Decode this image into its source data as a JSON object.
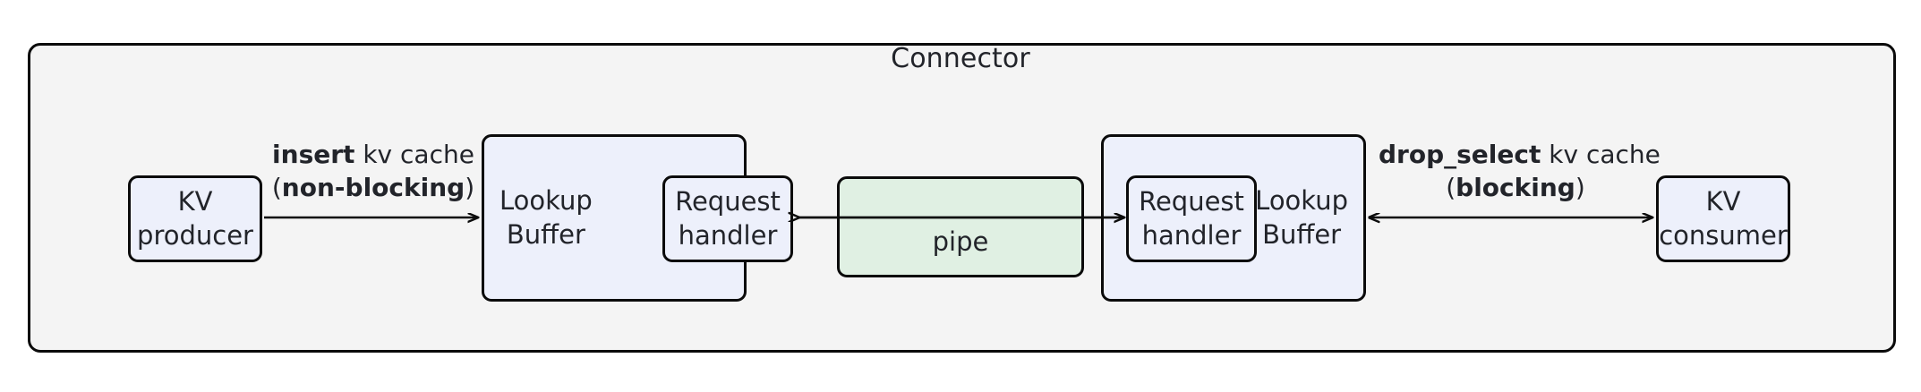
{
  "diagram": {
    "title": "Connector",
    "nodes": {
      "kv_producer": "KV\nproducer",
      "lookup_buffer_left": "Lookup\nBuffer",
      "request_handler_left": "Request\nhandler",
      "pipe": "pipe",
      "request_handler_right": "Request\nhandler",
      "lookup_buffer_right": "Lookup\nBuffer",
      "kv_consumer": "KV\nconsumer"
    },
    "edges": {
      "insert": {
        "op": "insert",
        "rest": " kv cache",
        "mode_open": "(",
        "mode": "non-blocking",
        "mode_close": ")"
      },
      "drop_select": {
        "op": "drop_select",
        "rest": " kv cache",
        "mode_open": "(",
        "mode": "blocking",
        "mode_close": ")"
      }
    },
    "colors": {
      "container_fill": "#f4f4f4",
      "node_fill": "#edf0fb",
      "pipe_fill": "#e0f0e3",
      "stroke": "#0b0b0b",
      "text": "#22242a"
    }
  }
}
